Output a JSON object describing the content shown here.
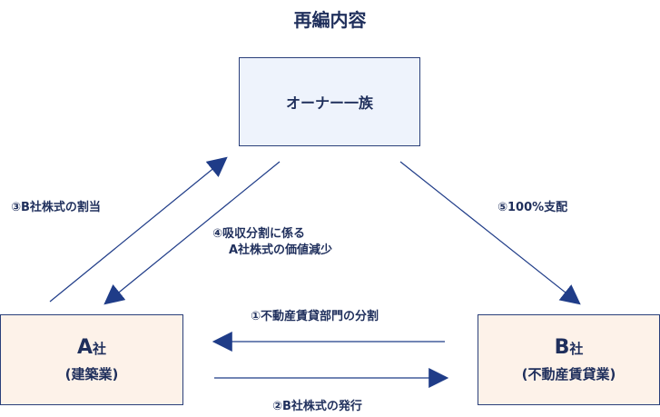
{
  "title": "再編内容",
  "owner": {
    "label": "オーナー一族"
  },
  "company_a": {
    "name": "A",
    "suffix": "社",
    "type": "(建築業)"
  },
  "company_b": {
    "name": "B",
    "suffix": "社",
    "type": "(不動産賃貸業)"
  },
  "edges": {
    "e1": "①不動産賃貸部門の分割",
    "e2": "②B社株式の発行",
    "e3": "③B社株式の割当",
    "e4_line1": "④吸収分割に係る",
    "e4_line2": "A社株式の価値減少",
    "e5": "⑤100%支配"
  },
  "colors": {
    "arrow": "#1f3c88",
    "text": "#1f2f5c",
    "owner_fill": "#eef3fc",
    "company_fill": "#fdf2e9",
    "border": "#2a3f7a"
  }
}
